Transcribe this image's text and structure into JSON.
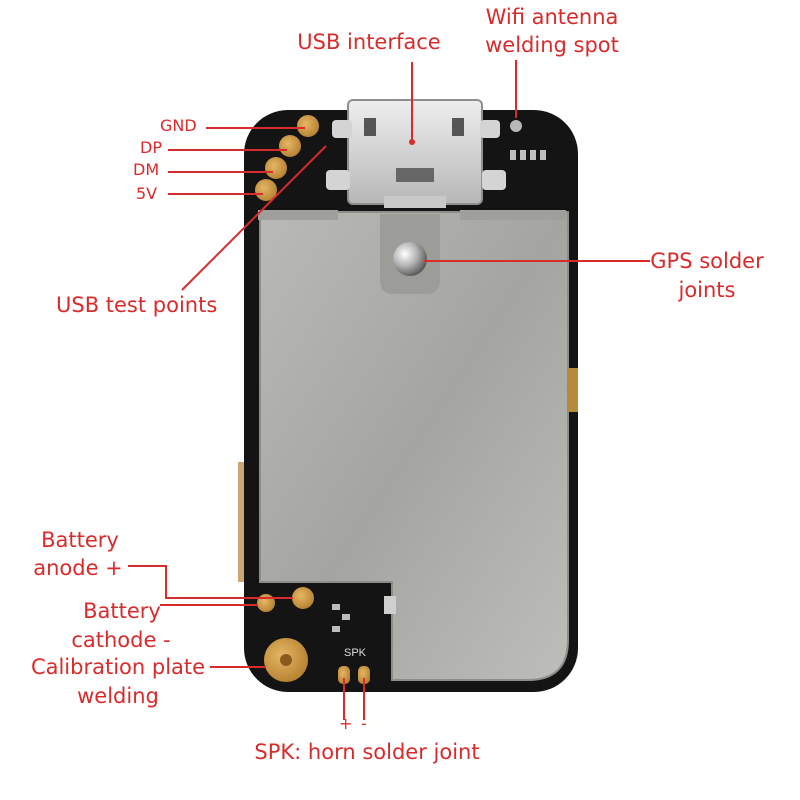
{
  "labels": {
    "usb_interface": "USB interface",
    "wifi_antenna_1": "Wifi antenna",
    "wifi_antenna_2": "welding spot",
    "gnd": "GND",
    "dp": "DP",
    "dm": "DM",
    "v5": "5V",
    "usb_test_points": "USB test points",
    "gps_1": "GPS solder",
    "gps_2": "joints",
    "battery_anode_1": "Battery",
    "battery_anode_2": "anode +",
    "battery_cathode_1": "Battery",
    "battery_cathode_2": "cathode -",
    "calibration_1": "Calibration plate",
    "calibration_2": "welding",
    "spk_plus": "+",
    "spk_minus": "-",
    "spk": "SPK: horn solder joint"
  },
  "board_silkscreen": {
    "spk_mark": "SPK"
  },
  "colors": {
    "annotation": "#d92b2b",
    "pcb": "#141414",
    "shield": "#a9aaa6",
    "pad": "#c9953c"
  }
}
